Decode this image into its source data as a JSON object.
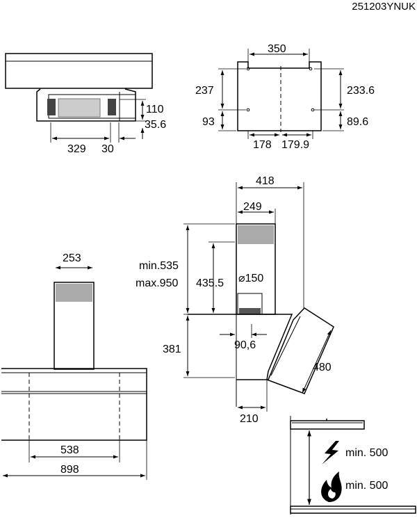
{
  "model_code": "251203YNUK",
  "top_view": {
    "dim_width": "329",
    "dim_offset": "30",
    "dim_height": "110",
    "dim_step": "35.6"
  },
  "bracket_view": {
    "dim_top": "350",
    "dim_left_height": "237",
    "dim_right_height": "233.6",
    "dim_left_low": "93",
    "dim_right_low": "89.6",
    "dim_bottom_left": "178",
    "dim_bottom_right": "179.9"
  },
  "front_view": {
    "dim_chimney": "253",
    "dim_inner": "538",
    "dim_total": "898"
  },
  "side_view": {
    "dim_depth_total": "418",
    "dim_chimney_depth": "249",
    "dim_min": "min.535",
    "dim_max": "max.950",
    "dim_duct_height": "435.5",
    "dim_duct_diameter": "⌀150",
    "dim_body_height": "381",
    "dim_duct_offset": "90,6",
    "dim_glass": "480",
    "dim_bottom_depth": "210"
  },
  "clearance": {
    "electric_min": "min. 500",
    "gas_min": "min. 500"
  }
}
